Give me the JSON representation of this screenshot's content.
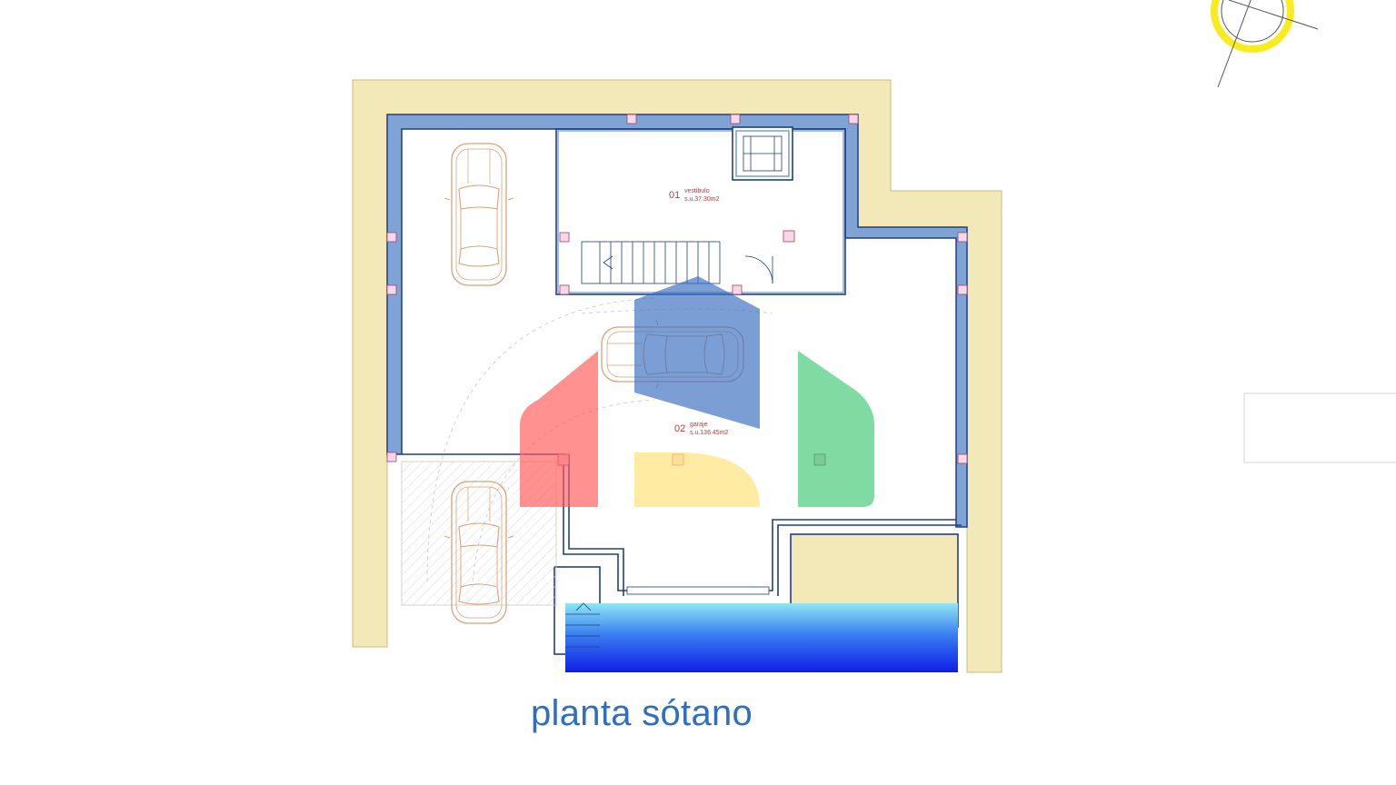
{
  "plan": {
    "title": "planta sótano",
    "rooms": [
      {
        "number": "01",
        "name": "vestibulo",
        "area": "s.u.37.30m2"
      },
      {
        "number": "02",
        "name": "garaje",
        "area": "s.u.136.45m2"
      }
    ]
  },
  "colors": {
    "wall_fill": "#7ea3d4",
    "wall_outline": "#1f3f86",
    "terrain": "#f3e9b8",
    "terrain_outline": "#c9bb7c",
    "pool_top": "#8ee6f3",
    "pool_bottom": "#0f1ee6",
    "car_line": "#d9a27a",
    "label_text": "#b04040",
    "title_text": "#2f6fc0",
    "compass_ring": "#f7ec1d",
    "logo_red": "#ff5a5a",
    "logo_blue": "#3a6fc1",
    "logo_yellow": "#ffe27a",
    "logo_green": "#33c56a"
  },
  "icons": [
    "compass-icon",
    "car-icon",
    "watermark-logo-icon"
  ]
}
